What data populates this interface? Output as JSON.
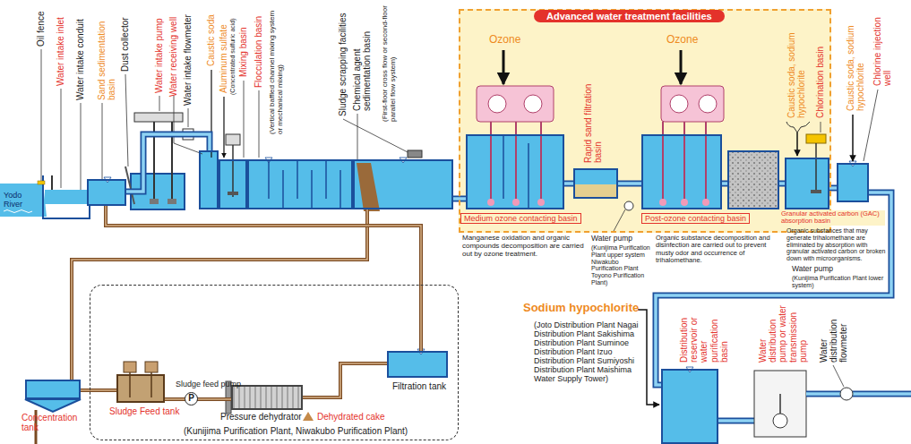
{
  "diagram": {
    "nodes": [
      {
        "text": [
          "Sand sedimentation basin"
        ]
      },
      {
        "text": [
          "Water receiving well"
        ]
      },
      {
        "text": [
          "Mixing basin"
        ]
      },
      {
        "text": [
          "Flocculation basin",
          "(Vertical baffled channel mixing system or mechanical mixing)"
        ]
      },
      {
        "text": [
          "Chemical agent sedimentation basin",
          "(First-floor cross flow or second-floor parallel flow system)"
        ]
      },
      {
        "text": [
          "Advanced water treatment facilities"
        ]
      },
      {
        "text": [
          "Medium ozone contacting basin"
        ],
        "in": 5
      },
      {
        "text": [
          "Rapid sand filtration basin"
        ],
        "in": 5
      },
      {
        "text": [
          "Post-ozone contacting basin"
        ],
        "in": 5
      },
      {
        "text": [
          "Granular activated carbon (GAC) absorption basin"
        ],
        "in": 5
      },
      {
        "text": [
          "Chlorination basin"
        ],
        "in": 5
      },
      {
        "text": [
          "Chlorine injection well"
        ]
      },
      {
        "text": [
          "Distribution reservoir or water purification basin"
        ]
      },
      {
        "text": [
          "Concentration tank"
        ]
      },
      {
        "text": [
          "(Kunijima Purification Plant, Niwakubo Purification Plant)"
        ]
      },
      {
        "text": [
          "Sludge Feed tank"
        ],
        "in": 14
      },
      {
        "text": [
          "Pressure dehydrator"
        ],
        "in": 14
      },
      {
        "text": [
          "Filtration tank"
        ],
        "in": 14
      }
    ],
    "edges": [
      {
        "from": 0,
        "to": 1,
        "arrow": "none"
      },
      {
        "from": 4,
        "to": 6,
        "arrow": "none"
      },
      {
        "from": 6,
        "to": 7,
        "arrow": "none"
      },
      {
        "from": 7,
        "to": 8,
        "arrow": "none"
      },
      {
        "from": 8,
        "to": 9,
        "arrow": "none"
      },
      {
        "from": 9,
        "to": 10,
        "arrow": "none"
      },
      {
        "from": 10,
        "to": 11,
        "arrow": "none"
      },
      {
        "from": 11,
        "to": 12,
        "arrow": "none"
      },
      {
        "from": 4,
        "to": 13,
        "arrow": "none"
      },
      {
        "from": 13,
        "to": 15,
        "arrow": "none"
      },
      {
        "from": 15,
        "to": 16,
        "arrow": "none"
      },
      {
        "from": 16,
        "to": 17,
        "arrow": "none"
      },
      {
        "from": 17,
        "to": 0,
        "arrow": "none"
      }
    ],
    "labels": [
      "Yodo River",
      "Oil fence",
      "Water intake inlet",
      "Water intake conduit",
      "Dust collector",
      "Water intake pump",
      "Water intake flowmeter",
      "Caustic soda",
      "Aluminum sulfate",
      "(Concentrated sulfuric acid)",
      "Sludge scrapping facilities",
      "Ozone",
      "Manganese oxidation and organic compounds decomposition are carried out by ozone treatment.",
      "Water pump",
      "(Kunijima Purification Plant upper system Niwakubo Purification Plant Toyono Purification Plant)",
      "Ozone",
      "Organic substance decomposition and disinfection are carried out to prevent musty odor and occurrence of trihalomethane.",
      "Caustic soda, sodium hypochlorite",
      "Organic substances that may generate trihalomethane are eliminated by absorption with granular activated carbon or broken down with microorganisms.",
      "Water pump",
      "(Kunijima Purification Plant lower system)",
      "Caustic soda, sodium hypochlorite",
      "Sodium hypochlorite",
      "(Joto Distribution Plant Nagai Distribution Plant Sakishima Distribution Plant Suminoe Distribution Plant Izuo Distribution Plant Sumiyoshi Distribution Plant Maishima Water Supply Tower)",
      "Water distribution pump or water transmission pump",
      "Water distribution flowmeter",
      "P",
      "Sludge feed pump",
      "Dehydrated cake"
    ]
  }
}
